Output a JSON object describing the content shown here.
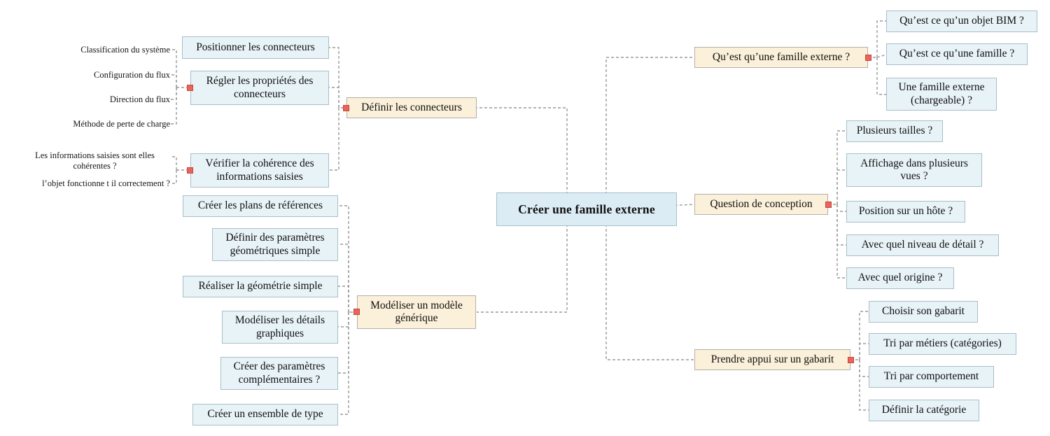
{
  "diagram": {
    "title": "Créer une famille externe",
    "type": "mind-map",
    "colors": {
      "central_fill": "#dcecf5",
      "topic_fill": "#fbf0d9",
      "leaf_fill": "#e8f3f8",
      "box_border": "#a9bec9",
      "topic_border": "#b4b0a6",
      "connector": "#9a9a9a",
      "marker": "#e8655c"
    }
  },
  "central": {
    "label": "Créer une famille externe"
  },
  "branches": [
    {
      "id": "definir-les-connecteurs",
      "label": "Définir les connecteurs",
      "side": "left",
      "has_marker": true,
      "children": [
        {
          "id": "positionner-les-connecteurs",
          "label": "Positionner les connecteurs",
          "style": "boxed",
          "has_marker": false,
          "children": []
        },
        {
          "id": "regler-les-proprietes-des-connecteurs",
          "label": "Régler les propriétés des connecteurs",
          "style": "boxed",
          "has_marker": true,
          "children": [
            {
              "id": "classification-du-systeme",
              "label": "Classification du système",
              "style": "plain"
            },
            {
              "id": "configuration-du-flux",
              "label": "Configuration du flux",
              "style": "plain"
            },
            {
              "id": "direction-du-flux",
              "label": "Direction du flux",
              "style": "plain"
            },
            {
              "id": "methode-de-perte-de-charge",
              "label": "Méthode de perte de charge",
              "style": "plain"
            }
          ]
        },
        {
          "id": "verifier-la-coherence-des-informations-saisies",
          "label": "Vérifier la cohérence des informations saisies",
          "style": "boxed",
          "has_marker": true,
          "children": [
            {
              "id": "les-informations-saisies-sont-elles-coherentes",
              "label": "Les informations saisies sont elles cohérentes ?",
              "style": "plain"
            },
            {
              "id": "l-objet-fonctionne-t-il-correctement",
              "label": "l’objet fonctionne t il correctement ?",
              "style": "plain"
            }
          ]
        }
      ]
    },
    {
      "id": "modeliser-un-modele-generique",
      "label": "Modéliser un modèle générique",
      "side": "left",
      "has_marker": true,
      "children": [
        {
          "id": "creer-les-plans-de-references",
          "label": "Créer les plans de références",
          "style": "boxed"
        },
        {
          "id": "definir-des-parametres-geometriques-simple",
          "label": "Définir des paramètres géométriques simple",
          "style": "boxed"
        },
        {
          "id": "realiser-la-geometrie-simple",
          "label": "Réaliser la géométrie simple",
          "style": "boxed"
        },
        {
          "id": "modeliser-les-details-graphiques",
          "label": "Modéliser les détails graphiques",
          "style": "boxed"
        },
        {
          "id": "creer-des-parametres-complementaires",
          "label": "Créer des paramètres complémentaires ?",
          "style": "boxed"
        },
        {
          "id": "creer-un-ensemble-de-type",
          "label": "Créer un ensemble de type",
          "style": "boxed"
        }
      ]
    },
    {
      "id": "qu-est-qu-une-famille-externe",
      "label": "Qu’est qu’une famille externe ?",
      "side": "right",
      "has_marker": true,
      "children": [
        {
          "id": "qu-est-ce-qu-un-objet-bim",
          "label": "Qu’est ce qu’un objet BIM ?",
          "style": "boxed"
        },
        {
          "id": "qu-est-ce-qu-une-famille",
          "label": "Qu’est ce qu’une famille ?",
          "style": "boxed"
        },
        {
          "id": "une-famille-externe-chargeable",
          "label": "Une famille externe (chargeable) ?",
          "style": "boxed"
        }
      ]
    },
    {
      "id": "question-de-conception",
      "label": "Question de conception",
      "side": "right",
      "has_marker": true,
      "children": [
        {
          "id": "plusieurs-tailles",
          "label": "Plusieurs tailles ?",
          "style": "boxed"
        },
        {
          "id": "affichage-dans-plusieurs-vues",
          "label": "Affichage dans plusieurs vues ?",
          "style": "boxed"
        },
        {
          "id": "position-sur-un-hote",
          "label": "Position sur un hôte ?",
          "style": "boxed"
        },
        {
          "id": "avec-quel-niveau-de-detail",
          "label": "Avec quel niveau de détail ?",
          "style": "boxed"
        },
        {
          "id": "avec-quel-origine",
          "label": "Avec quel origine ?",
          "style": "boxed"
        }
      ]
    },
    {
      "id": "prendre-appui-sur-un-gabarit",
      "label": "Prendre appui sur un gabarit",
      "side": "right",
      "has_marker": true,
      "children": [
        {
          "id": "choisir-son-gabarit",
          "label": "Choisir son gabarit",
          "style": "boxed"
        },
        {
          "id": "tri-par-metiers-categories",
          "label": "Tri par métiers (catégories)",
          "style": "boxed"
        },
        {
          "id": "tri-par-comportement",
          "label": "Tri par comportement",
          "style": "boxed"
        },
        {
          "id": "definir-la-categorie",
          "label": "Définir la catégorie",
          "style": "boxed"
        }
      ]
    }
  ]
}
